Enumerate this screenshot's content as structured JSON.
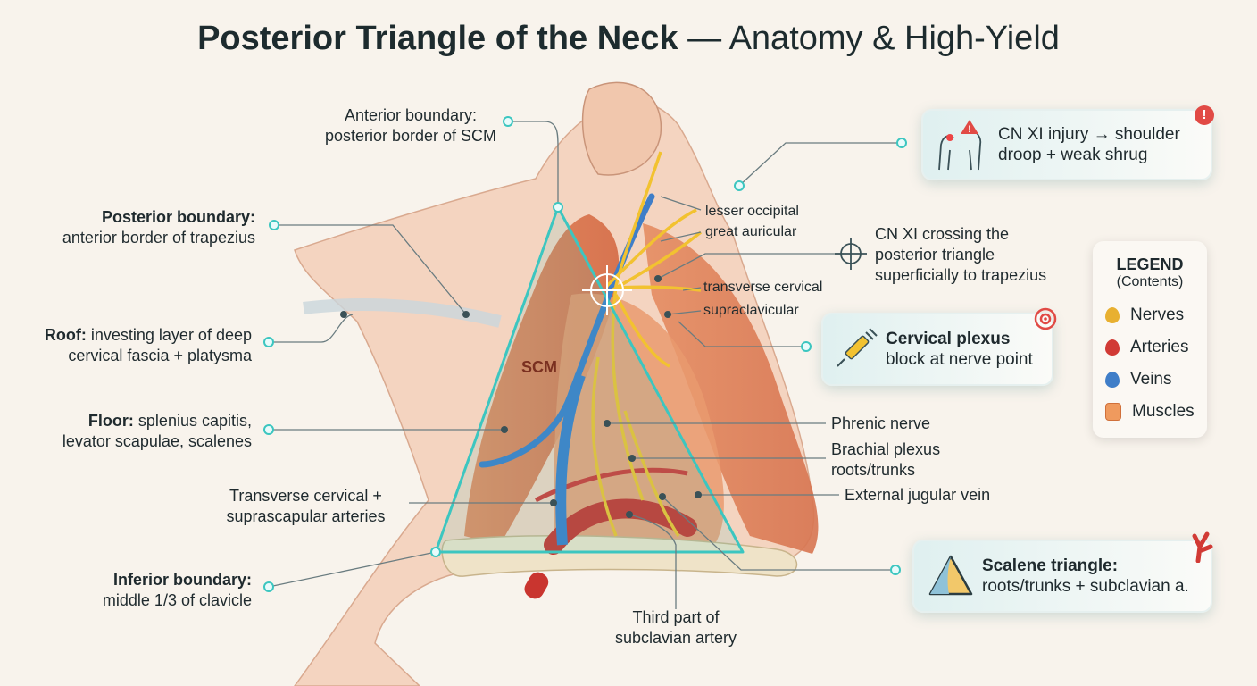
{
  "title": {
    "bold": "Posterior Triangle of the Neck",
    "light": " — Anatomy & High-Yield"
  },
  "labels": {
    "anterior_boundary": [
      "Anterior boundary:",
      "posterior border of SCM"
    ],
    "posterior_boundary": {
      "bold": "Posterior boundary:",
      "text": "anterior border of trapezius"
    },
    "roof": {
      "bold": "Roof:",
      "text1": " investing layer of deep",
      "text2": "cervical fascia + platysma"
    },
    "floor": {
      "bold": "Floor:",
      "text1": " splenius capitis,",
      "text2": "levator scapulae, scalenes"
    },
    "arteries": [
      "Transverse cervical +",
      "suprascapular arteries"
    ],
    "inferior_boundary": {
      "bold": "Inferior boundary:",
      "text": "middle 1/3 of clavicle"
    },
    "scm": "SCM",
    "lesser_occipital": "lesser occipital",
    "great_auricular": "great auricular",
    "transverse_cervical": "transverse cervical",
    "supraclavicular": "supraclavicular",
    "cn_xi": [
      "CN XI crossing the",
      "posterior triangle",
      "superficially to trapezius"
    ],
    "phrenic": "Phrenic nerve",
    "brachial": [
      "Brachial plexus",
      "roots/trunks"
    ],
    "ejv": "External jugular vein",
    "subclavian": [
      "Third part of",
      "subclavian artery"
    ]
  },
  "callouts": {
    "cn_xi_injury": [
      "CN XI injury → shoulder",
      "droop + weak shrug"
    ],
    "cervical_plexus": {
      "bold": "Cervical plexus",
      "text": "block at nerve point"
    },
    "scalene": {
      "bold": "Scalene triangle:",
      "text": "roots/trunks + subclavian a."
    }
  },
  "legend": {
    "title": "LEGEND",
    "subtitle": "(Contents)",
    "items": [
      {
        "label": "Nerves",
        "color": "#e8b030"
      },
      {
        "label": "Arteries",
        "color": "#d13a35"
      },
      {
        "label": "Veins",
        "color": "#3f7ec8"
      },
      {
        "label": "Muscles",
        "color": "#ef9a5e"
      }
    ]
  },
  "colors": {
    "triangle": "#3cc6c0",
    "muscle": "#e0845a",
    "skin": "#f3d2bd"
  }
}
